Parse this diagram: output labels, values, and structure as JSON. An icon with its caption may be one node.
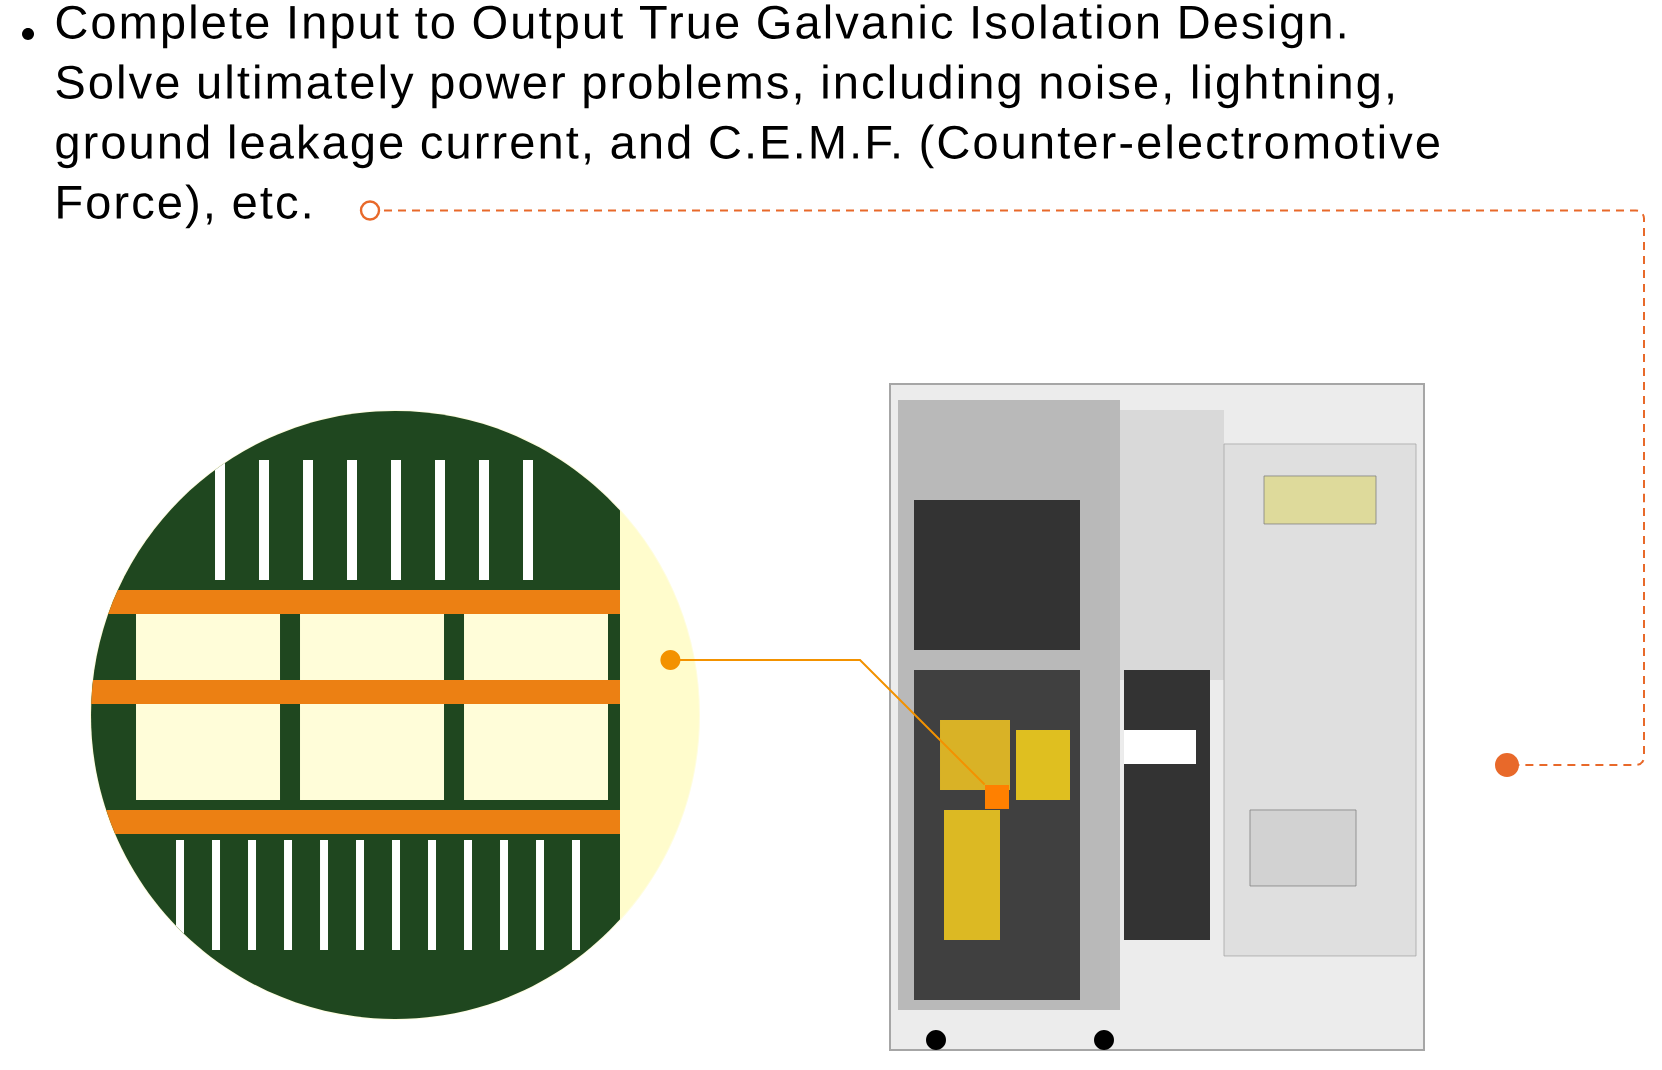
{
  "diagram": {
    "nodes": [
      {
        "text": [
          "Complete Input to Output True Galvanic Isolation Design. Solve ultimately power problems, including noise, lightning, ground leakage current, and C.E.M.F. (Counter-electromotive Force), etc."
        ]
      },
      {
        "text": [],
        "shape": "picture"
      },
      {
        "text": [],
        "shape": "picture"
      },
      {
        "text": [],
        "shape": "box",
        "in": 1
      }
    ],
    "edges": [
      {
        "from": 0,
        "to": 1,
        "arrow": "other",
        "style": "dashed",
        "color": "#e8692a"
      },
      {
        "from": 2,
        "to": 3,
        "arrow": "other",
        "color": "#f39200"
      }
    ]
  }
}
